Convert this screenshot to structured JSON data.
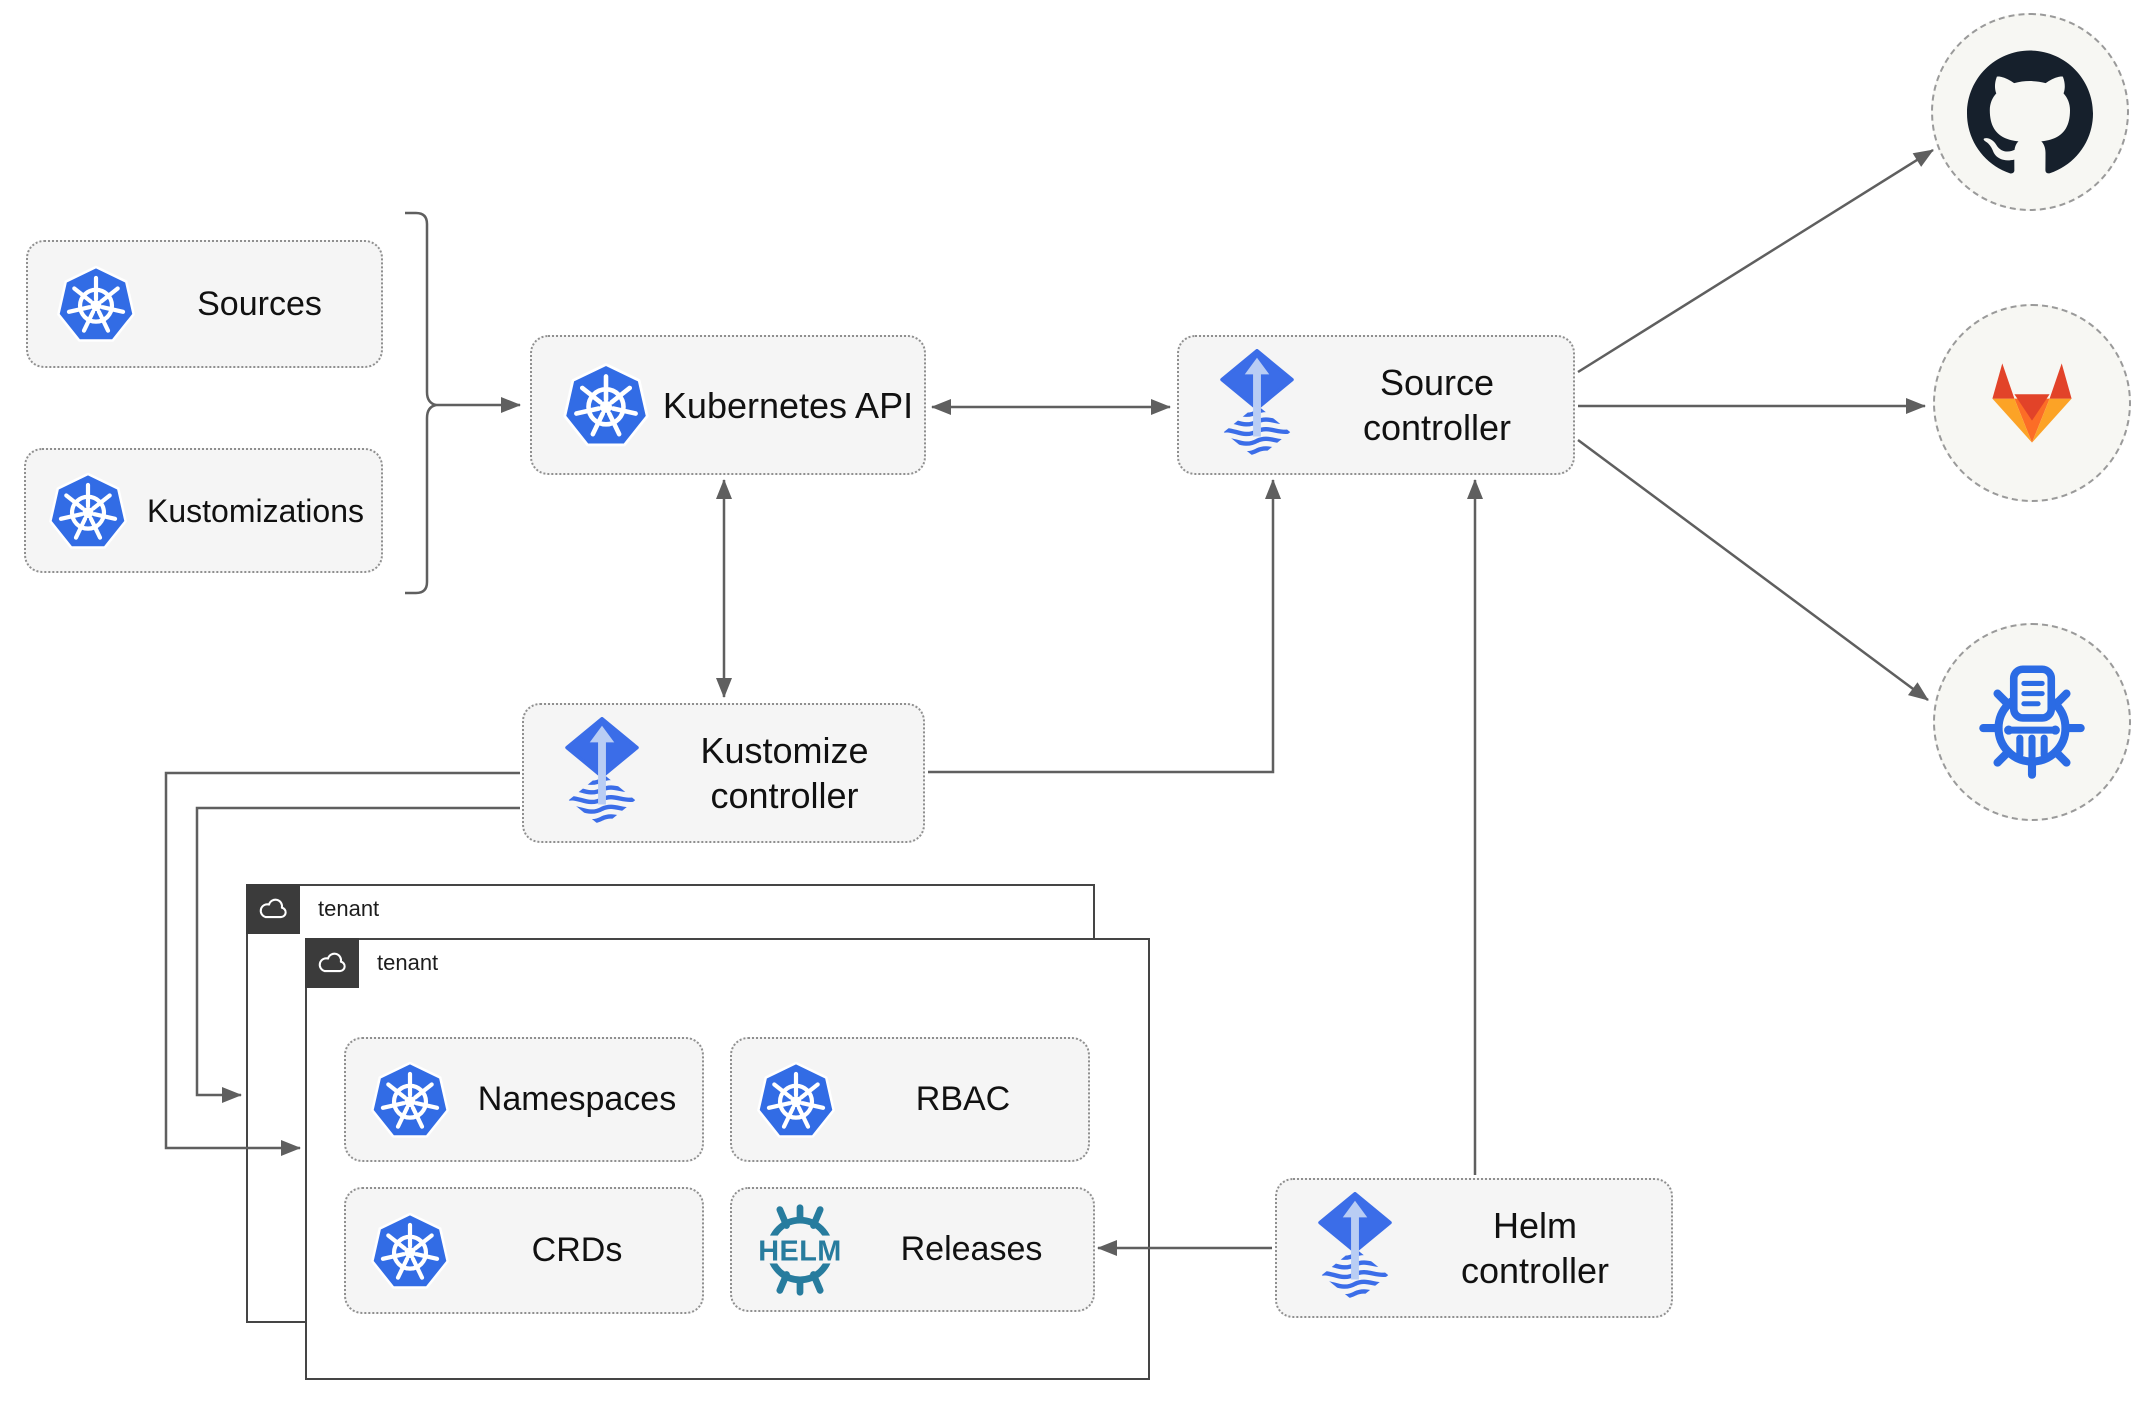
{
  "diagram": {
    "nodes": {
      "sources": {
        "label": "Sources"
      },
      "kustomizations": {
        "label": "Kustomizations"
      },
      "kubernetes_api": {
        "label": "Kubernetes API"
      },
      "source_controller": {
        "label": "Source controller"
      },
      "kustomize_controller": {
        "label": "Kustomize controller"
      },
      "helm_controller": {
        "label": "Helm controller"
      },
      "tenant_outer": {
        "label": "tenant"
      },
      "tenant_inner": {
        "label": "tenant"
      },
      "namespaces": {
        "label": "Namespaces"
      },
      "rbac": {
        "label": "RBAC"
      },
      "crds": {
        "label": "CRDs"
      },
      "releases": {
        "label": "Releases"
      }
    },
    "logos": {
      "helm_wordmark": "HELM",
      "kubernetes_icon": "kubernetes-wheel-heptagon",
      "flux_icon": "flux-diamond-up-arrow",
      "github_icon": "github-octocat",
      "gitlab_icon": "gitlab-tanuki-fox",
      "registry_icon": "helm-chart-repository-museum-wheel",
      "tenant_icon": "cloud"
    },
    "edges": [
      "sources+kustomizations -> kubernetes-api",
      "kubernetes-api <-> source-controller",
      "kubernetes-api <-> kustomize-controller",
      "kustomize-controller -> source-controller",
      "helm-controller -> source-controller",
      "helm-controller -> releases",
      "kustomize-controller -> tenant-inner",
      "kustomize-controller -> tenant-outer",
      "source-controller -> github",
      "source-controller -> gitlab",
      "source-controller -> chart-repository"
    ],
    "colors": {
      "kubernetes_blue": "#326ce5",
      "flux_blue": "#3b6de8",
      "flux_arrow_light": "#b9cdf4",
      "helm_teal": "#277c9e",
      "registry_blue": "#2b6be4",
      "github_dark": "#16202c",
      "gitlab_red_orange": "#e24329",
      "gitlab_orange": "#fc6d26",
      "gitlab_amber": "#fca326",
      "node_fill": "#f5f5f5",
      "tenant_tab_dark": "#3b3b3b",
      "connector_gray": "#5f5f5f"
    }
  }
}
